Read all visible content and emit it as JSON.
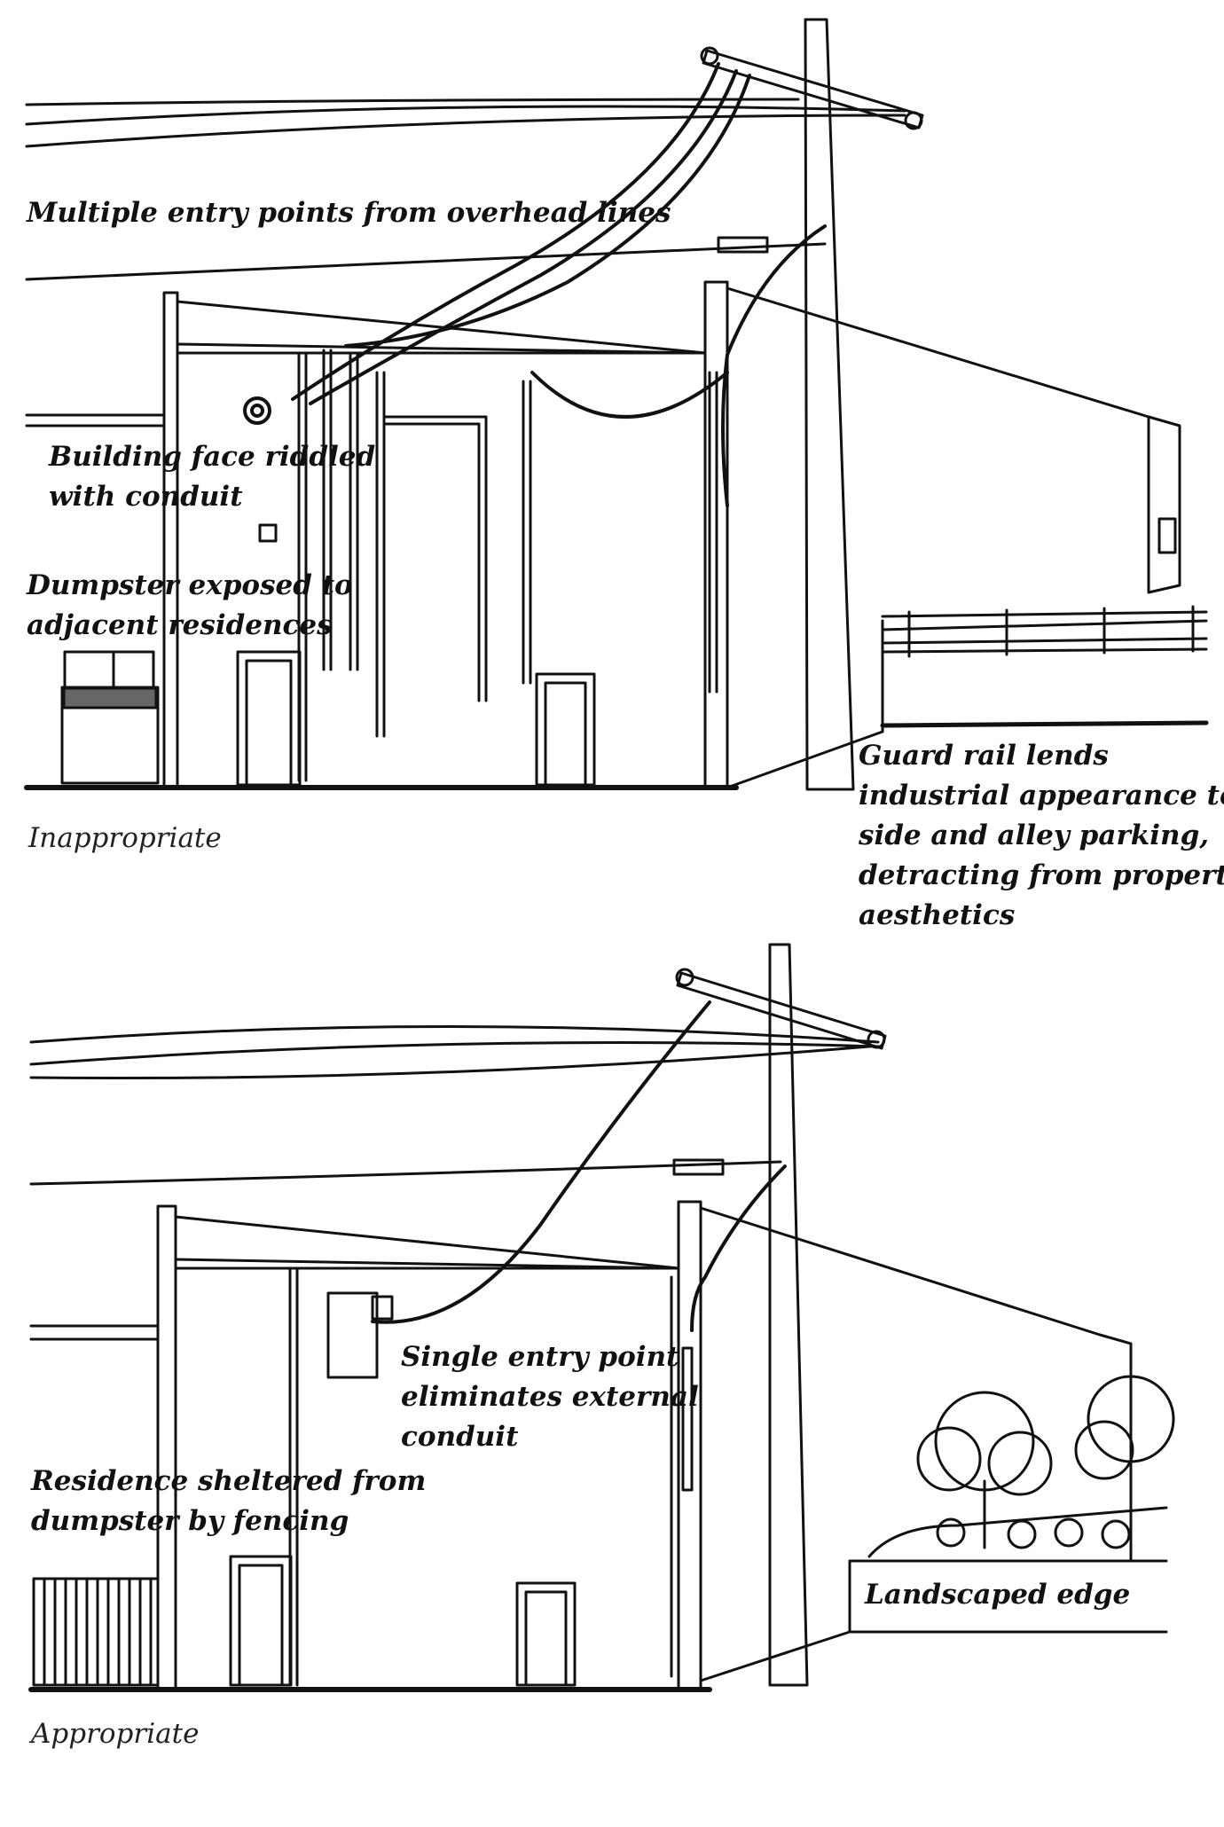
{
  "top_panel": {
    "caption": "Inappropriate",
    "labels": {
      "overhead": "Multiple entry points from overhead lines",
      "conduit_1": "Building face riddled",
      "conduit_2": "with conduit",
      "dumpster_1": "Dumpster exposed to",
      "dumpster_2": "adjacent residences",
      "guardrail_1": "Guard rail lends",
      "guardrail_2": "industrial appearance to",
      "guardrail_3": "side and alley parking,",
      "guardrail_4": "detracting from property",
      "guardrail_5": "aesthetics"
    }
  },
  "bottom_panel": {
    "caption": "Appropriate",
    "labels": {
      "single_1": "Single entry point",
      "single_2": "eliminates external",
      "single_3": "conduit",
      "residence_1": "Residence sheltered from",
      "residence_2": "dumpster by fencing",
      "landscape": "Landscaped edge"
    }
  }
}
